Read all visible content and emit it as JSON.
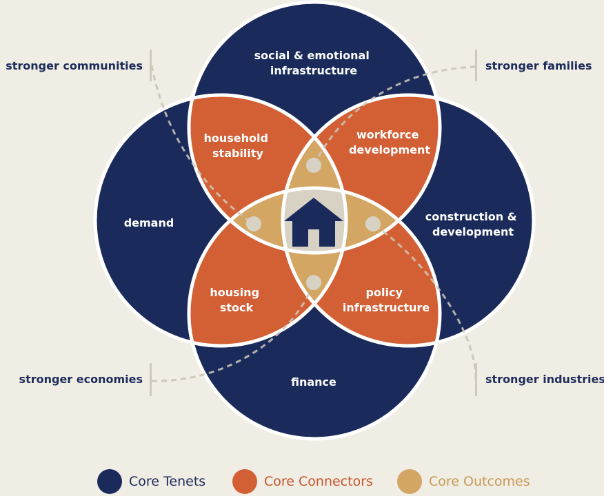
{
  "colors": {
    "tenet": "#1a2a5a",
    "connector": "#d35f35",
    "outcome": "#d4a663",
    "center": "#d8d2c5",
    "background": "#efede4",
    "tenet_text": "#1d2b5a",
    "connector_text": "#c8552b",
    "outcome_text": "#c99a55"
  },
  "tenets": {
    "top": "social & emotional infrastructure",
    "left": "demand",
    "right": "construction & development",
    "bottom": "finance"
  },
  "connectors": {
    "top_left": "household stability",
    "top_right": "workforce development",
    "bottom_left": "housing stock",
    "bottom_right": "policy infrastructure"
  },
  "outcomes": {
    "top_left": "stronger communities",
    "top_right": "stronger families",
    "bottom_left": "stronger economies",
    "bottom_right": "stronger industries"
  },
  "center_icon": "house-icon",
  "legend": [
    {
      "label": "Core Tenets",
      "color_key": "tenet"
    },
    {
      "label": "Core Connectors",
      "color_key": "connector"
    },
    {
      "label": "Core Outcomes",
      "color_key": "outcome"
    }
  ]
}
